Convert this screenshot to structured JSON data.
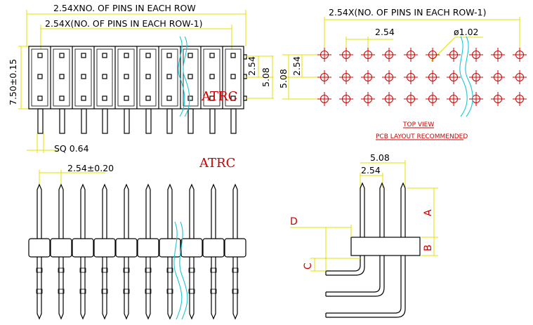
{
  "labels": {
    "top_total_width": "2.54XNO. OF PINS IN EACH ROW",
    "top_pitch_width": "2.54X(NO. OF PINS IN EACH ROW-1)",
    "top_height": "7.50±0.15",
    "top_right_pitch": "2.54",
    "top_right_span": "5.08",
    "square_pin": "SQ 0.64",
    "side_pitch": "2.54±0.20",
    "pcb_total": "2.54X(NO. OF PINS IN EACH ROW-1)",
    "pcb_pitch_h": "2.54",
    "pcb_hole": "ø1.02",
    "pcb_span_v": "5.08",
    "pcb_pitch_v": "2.54",
    "top_view": "TOP VIEW",
    "pcb_layout": "PCB LAYOUT RECOMMENDED",
    "ra_span": "5.08",
    "ra_pitch": "2.54",
    "letter_a": "A",
    "letter_b": "B",
    "letter_c": "C",
    "letter_d": "D",
    "brand_1": "ATRC",
    "brand_2": "ATRC"
  },
  "colors": {
    "dimension": "#e3e000",
    "outline": "#000000",
    "pad": "#cc0000",
    "break": "#19c7d4"
  }
}
